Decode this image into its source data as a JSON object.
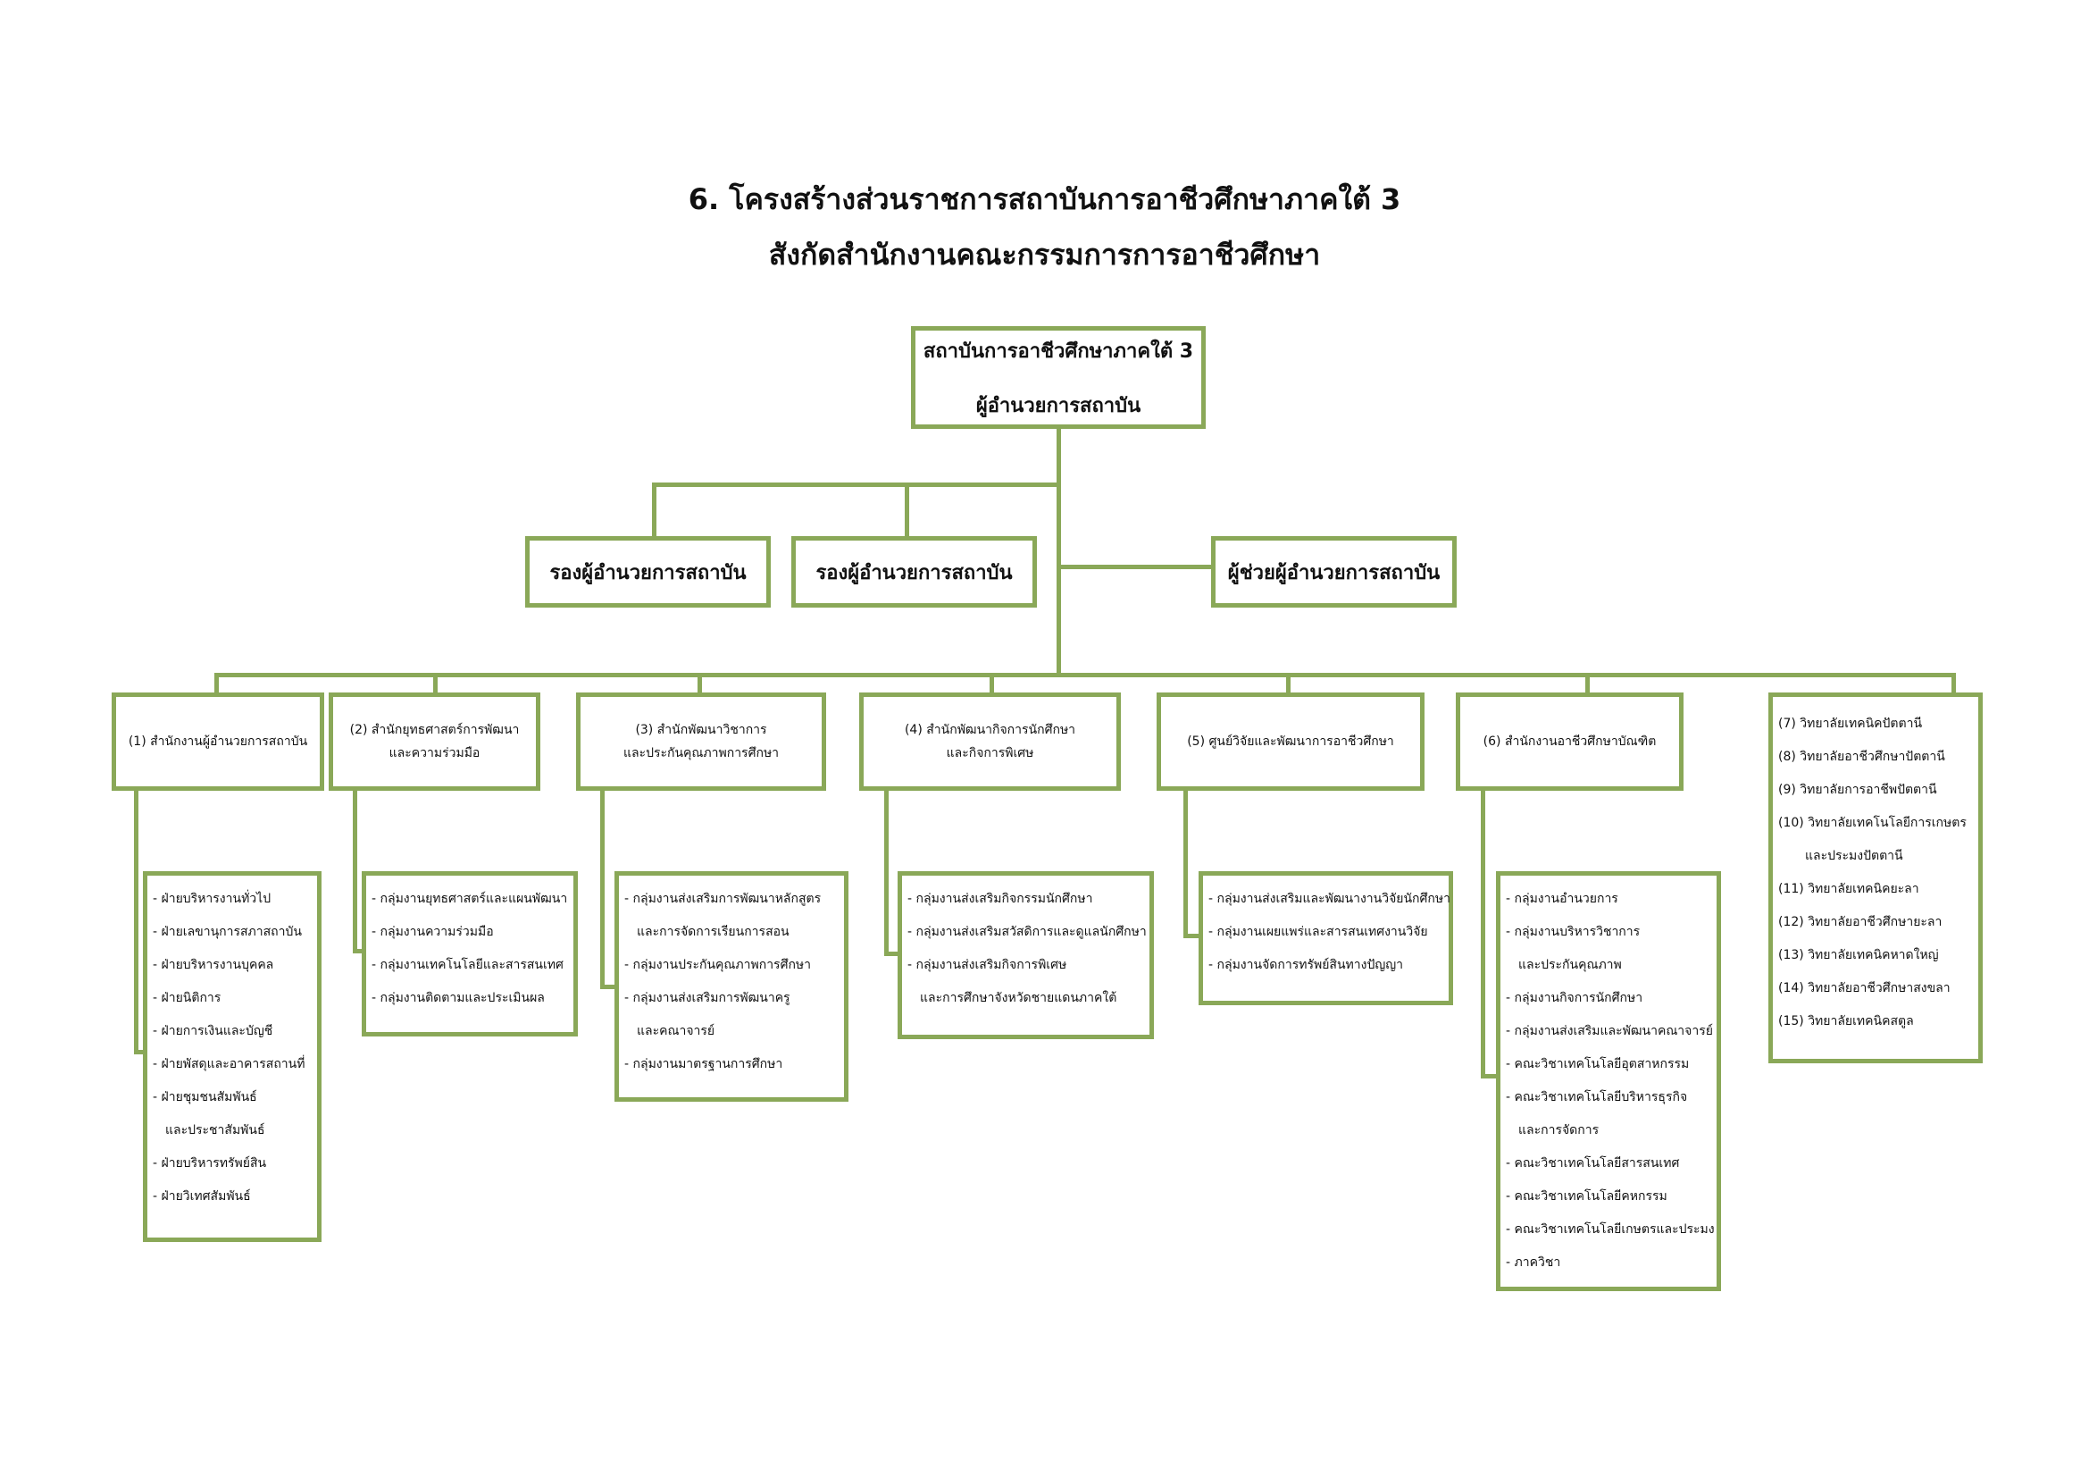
{
  "title": {
    "line1": "6.  โครงสร้างส่วนราชการสถาบันการอาชีวศึกษาภาคใต้ 3",
    "line2": "สังกัดสำนักงานคณะกรรมการการอาชีวศึกษา"
  },
  "top": {
    "line1": "สถาบันการอาชีวศึกษาภาคใต้ 3",
    "line2": "ผู้อำนวยการสถาบัน"
  },
  "deputies": [
    "รองผู้อำนวยการสถาบัน",
    "รองผู้อำนวยการสถาบัน"
  ],
  "assistant": "ผู้ช่วยผู้อำนวยการสถาบัน",
  "units": [
    {
      "lines": [
        "(1) สำนักงานผู้อำนวยการสถาบัน"
      ],
      "items": [
        {
          "text": "ฝ่ายบริหารงานทั่วไป"
        },
        {
          "text": "ฝ่ายเลขานุการสภาสถาบัน"
        },
        {
          "text": "ฝ่ายบริหารงานบุคคล"
        },
        {
          "text": "ฝ่ายนิติการ"
        },
        {
          "text": "ฝ่ายการเงินและบัญชี"
        },
        {
          "text": "ฝ่ายพัสดุและอาคารสถานที่"
        },
        {
          "text": "ฝ่ายชุมชนสัมพันธ์"
        },
        {
          "text": "และประชาสัมพันธ์",
          "cont": true
        },
        {
          "text": "ฝ่ายบริหารทรัพย์สิน"
        },
        {
          "text": "ฝ่ายวิเทศสัมพันธ์"
        }
      ]
    },
    {
      "lines": [
        "(2) สำนักยุทธศาสตร์การพัฒนา",
        "และความร่วมมือ"
      ],
      "items": [
        {
          "text": "กลุ่มงานยุทธศาสตร์และแผนพัฒนา"
        },
        {
          "text": "กลุ่มงานความร่วมมือ"
        },
        {
          "text": "กลุ่มงานเทคโนโลยีและสารสนเทศ"
        },
        {
          "text": "กลุ่มงานติดตามและประเมินผล"
        }
      ]
    },
    {
      "lines": [
        "(3) สำนักพัฒนาวิชาการ",
        "และประกันคุณภาพการศึกษา"
      ],
      "items": [
        {
          "text": "กลุ่มงานส่งเสริมการพัฒนาหลักสูตร"
        },
        {
          "text": "และการจัดการเรียนการสอน",
          "cont": true
        },
        {
          "text": "กลุ่มงานประกันคุณภาพการศึกษา"
        },
        {
          "text": "กลุ่มงานส่งเสริมการพัฒนาครู"
        },
        {
          "text": "และคณาจารย์",
          "cont": true
        },
        {
          "text": "กลุ่มงานมาตรฐานการศึกษา"
        }
      ]
    },
    {
      "lines": [
        "(4) สำนักพัฒนากิจการนักศึกษา",
        "และกิจการพิเศษ"
      ],
      "items": [
        {
          "text": "กลุ่มงานส่งเสริมกิจกรรมนักศึกษา"
        },
        {
          "text": "กลุ่มงานส่งเสริมสวัสดิการและดูแลนักศึกษา"
        },
        {
          "text": "กลุ่มงานส่งเสริมกิจการพิเศษ"
        },
        {
          "text": "และการศึกษาจังหวัดชายแดนภาคใต้",
          "cont": true
        }
      ]
    },
    {
      "lines": [
        "(5) ศูนย์วิจัยและพัฒนาการอาชีวศึกษา"
      ],
      "items": [
        {
          "text": "กลุ่มงานส่งเสริมและพัฒนางานวิจัยนักศึกษา"
        },
        {
          "text": "กลุ่มงานเผยแพร่และสารสนเทศงานวิจัย"
        },
        {
          "text": "กลุ่มงานจัดการทรัพย์สินทางปัญญา"
        }
      ]
    },
    {
      "lines": [
        "(6) สำนักงานอาชีวศึกษาบัณฑิต"
      ],
      "items": [
        {
          "text": "กลุ่มงานอำนวยการ"
        },
        {
          "text": "กลุ่มงานบริหารวิชาการ"
        },
        {
          "text": "และประกันคุณภาพ",
          "cont": true
        },
        {
          "text": "กลุ่มงานกิจการนักศึกษา"
        },
        {
          "text": "กลุ่มงานส่งเสริมและพัฒนาคณาจารย์"
        },
        {
          "text": "คณะวิชาเทคโนโลยีอุตสาหกรรม"
        },
        {
          "text": "คณะวิชาเทคโนโลยีบริหารธุรกิจ"
        },
        {
          "text": "และการจัดการ",
          "cont": true
        },
        {
          "text": "คณะวิชาเทคโนโลยีสารสนเทศ"
        },
        {
          "text": "คณะวิชาเทคโนโลยีคหกรรม"
        },
        {
          "text": "คณะวิชาเทคโนโลยีเกษตรและประมง"
        },
        {
          "text": "ภาควิชา"
        }
      ]
    }
  ],
  "colleges": [
    {
      "text": "(7) วิทยาลัยเทคนิคปัตตานี"
    },
    {
      "text": "(8) วิทยาลัยอาชีวศึกษาปัตตานี"
    },
    {
      "text": "(9) วิทยาลัยการอาชีพปัตตานี"
    },
    {
      "text": "(10) วิทยาลัยเทคโนโลยีการเกษตร"
    },
    {
      "text": "และประมงปัตตานี",
      "cont": true
    },
    {
      "text": "(11) วิทยาลัยเทคนิคยะลา"
    },
    {
      "text": "(12) วิทยาลัยอาชีวศึกษายะลา"
    },
    {
      "text": "(13) วิทยาลัยเทคนิคหาดใหญ่"
    },
    {
      "text": "(14) วิทยาลัยอาชีวศึกษาสงขลา"
    },
    {
      "text": "(15)  วิทยาลัยเทคนิคสตูล"
    }
  ],
  "line_color": "#8aa858"
}
